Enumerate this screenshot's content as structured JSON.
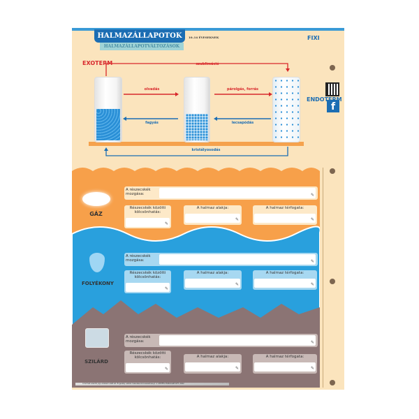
{
  "header": {
    "title": "HALMAZÁLLAPOTOK",
    "subtitle": "HALMAZÁLLAPOTVÁLTOZÁSOK",
    "age": "10–14 ÉVESEKNEK",
    "logo": "FIXI"
  },
  "diagram": {
    "exo": "EXOTERM",
    "endo": "ENDOTERM",
    "sublimation": "szublimáció",
    "melting": "olvadás",
    "evaporation": "párolgás, forrás",
    "freezing": "fagyás",
    "condensation": "lecsapódás",
    "crystallization": "kristályosodás"
  },
  "fields": {
    "movement": "A részecskék mozgása:",
    "interaction": "Részecskék közötti kölcsönhatás:",
    "shape": "A halmaz alakja:",
    "volume": "A halmaz térfogata:"
  },
  "states": {
    "gas": "GÁZ",
    "liquid": "FOLYÉKONY",
    "solid": "SZILÁRD"
  },
  "colors": {
    "gas": "#f7a04a",
    "liquid": "#29a0dd",
    "solid": "#8b7474",
    "background": "#fbe4bd",
    "accent": "#1b6db3",
    "exo": "#d8282c"
  },
  "footer": "A termék szerzői jogi védelem alatt áll. Engedély nélküli másolása bűncselekmény! © STIEFEL EUROCART KFT. 2022"
}
